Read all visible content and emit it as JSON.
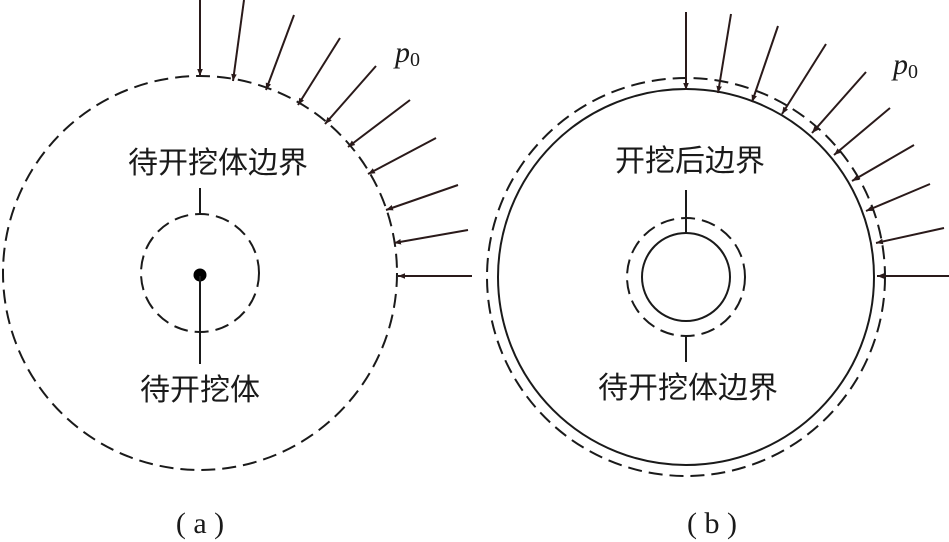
{
  "panel_a": {
    "label_boundary": "待开挖体边界",
    "label_body": "待开挖体",
    "label_load": "p",
    "label_load_sub": "0",
    "caption": "( a )"
  },
  "panel_b": {
    "label_after": "开挖后边界",
    "label_boundary": "待开挖体边界",
    "label_load": "p",
    "label_load_sub": "0",
    "caption": "( b )"
  },
  "colors": {
    "line": "#1a1a1a",
    "arrow": "#2a1a1a"
  }
}
